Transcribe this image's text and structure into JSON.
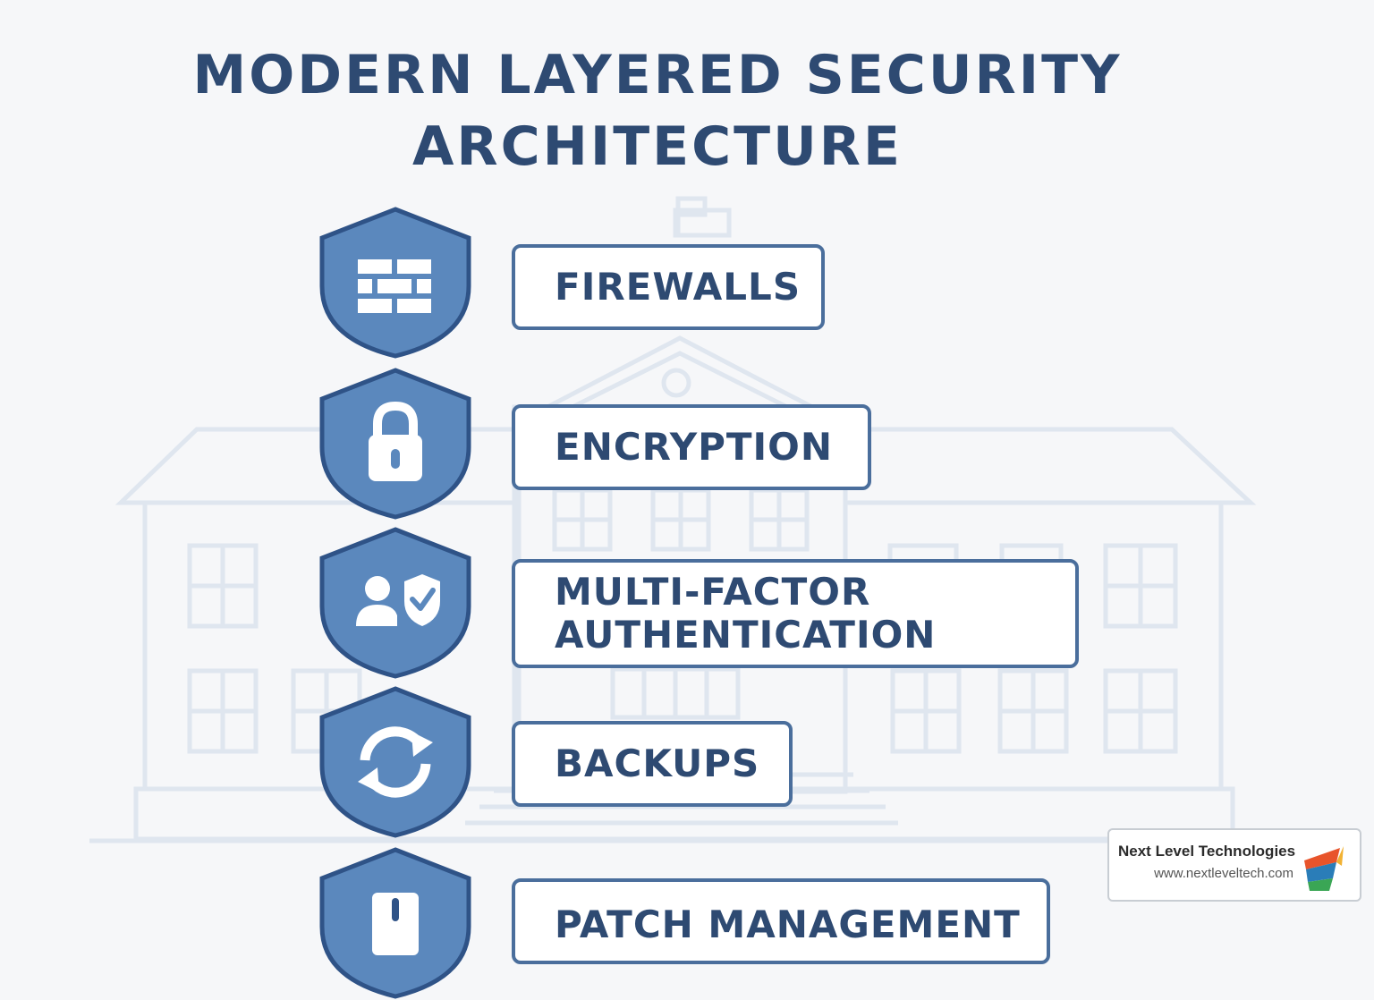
{
  "title": {
    "line1": "MODERN LAYERED SECURITY",
    "line2": "ARCHITECTURE"
  },
  "layers": [
    {
      "icon": "brick-wall-icon",
      "label": "FIREWALLS"
    },
    {
      "icon": "padlock-icon",
      "label": "ENCRYPTION"
    },
    {
      "icon": "user-shield-check-icon",
      "label_line1": "MULTI-FACTOR",
      "label_line2": "AUTHENTICATION"
    },
    {
      "icon": "sync-arrows-icon",
      "label": "BACKUPS"
    },
    {
      "icon": "patch-icon",
      "label": "PATCH MANAGEMENT"
    }
  ],
  "badge": {
    "company": "Next Level Technologies",
    "url": "www.nextleveltech.com",
    "logo_icon": "nlt-logo-icon"
  },
  "background": {
    "illustration": "school-building-icon"
  },
  "colors": {
    "primary": "#2e4a72",
    "shield_fill": "#5b88bd",
    "shield_stroke": "#2f5387",
    "box_border": "#4a6e9c",
    "building_line": "#dfe5ee"
  }
}
